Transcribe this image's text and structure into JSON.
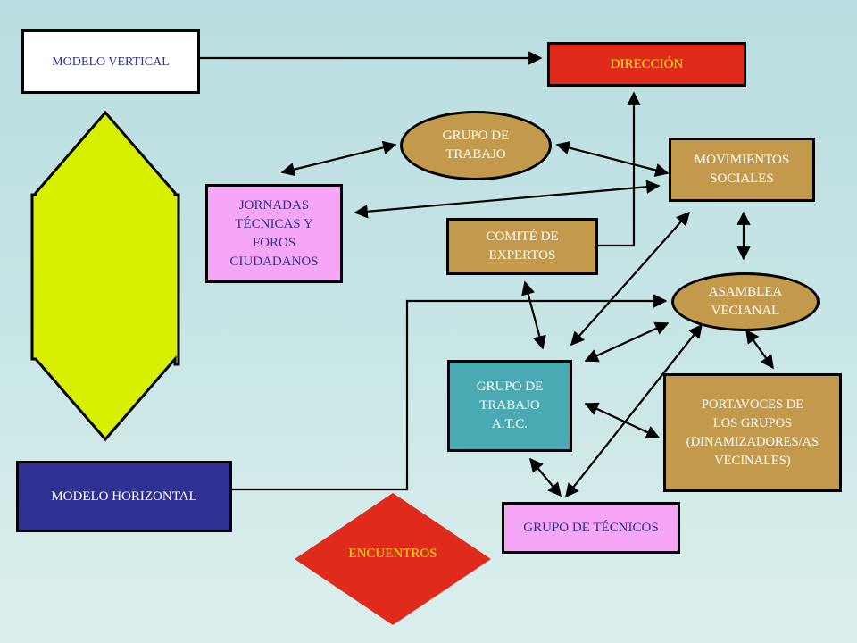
{
  "nodes": {
    "modelo_vertical": "MODELO VERTICAL",
    "direccion": "DIRECCIÓN",
    "grupo_trabajo": "GRUPO DE\nTRABAJO",
    "movimientos_sociales": "MOVIMIENTOS\nSOCIALES",
    "jornadas": "JORNADAS\nTÉCNICAS Y\nFOROS\nCIUDADANOS",
    "comite_expertos": "COMITÉ DE\nEXPERTOS",
    "asamblea_vecinal": "ASAMBLEA\nVECIANAL",
    "grupo_atc": "GRUPO DE\nTRABAJO\nA.T.C.",
    "portavoces": "PORTAVOCES DE\nLOS GRUPOS\n(DINAMIZADORES/AS\nVECINALES)",
    "modelo_horizontal": "MODELO HORIZONTAL",
    "grupo_tecnicos": "GRUPO DE TÉCNICOS",
    "encuentros": "ENCUENTROS"
  },
  "colors": {
    "direccion": "#e02a1b",
    "tan": "#c39a4b",
    "pink": "#f6a6f6",
    "teal": "#4aaab3",
    "navy": "#2e3192",
    "lime": "#d7f000",
    "diamond": "#e02a1b"
  }
}
